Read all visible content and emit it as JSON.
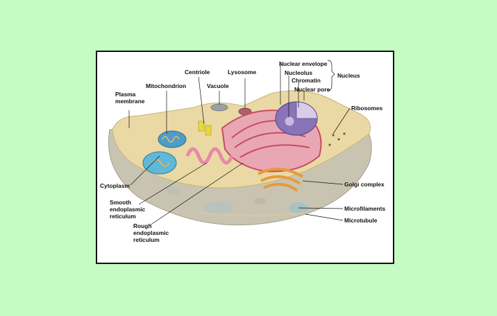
{
  "labels": {
    "plasma_membrane_line1": "Plasma",
    "plasma_membrane_line2": "membrane",
    "mitochondrion": "Mitochondrion",
    "centriole": "Centriole",
    "vacuole": "Vacuole",
    "lysosome": "Lysosome",
    "nuclear_envelope": "Nuclear envelope",
    "nucleolus": "Nucleolus",
    "chromatin": "Chromatin",
    "nuclear_pore": "Nuclear pore",
    "nucleus": "Nucleus",
    "ribosomes": "Ribosomes",
    "cytoplasm": "Cytoplasm",
    "golgi_complex": "Golgi complex",
    "smooth_er_line1": "Smooth",
    "smooth_er_line2": "endoplasmic",
    "smooth_er_line3": "reticulum",
    "rough_er_line1": "Rough",
    "rough_er_line2": "endoplasmic",
    "rough_er_line3": "reticulum",
    "microfilaments": "Microfilaments",
    "microtubule": "Microtubule"
  },
  "colors": {
    "page_background": "#c4fcc4",
    "frame_border": "#111111",
    "cytoplasm": "#ead9a4",
    "cell_lower": "#c9c4b2",
    "nucleus": "#8a74b8",
    "rough_er": "#d9667e",
    "smooth_er": "#e988a8",
    "golgi": "#e89a3a",
    "mitochondrion": "#4e9cc8",
    "vacuole": "#9aa0a4",
    "lysosome": "#b0606a",
    "centriole": "#e6d83a"
  }
}
